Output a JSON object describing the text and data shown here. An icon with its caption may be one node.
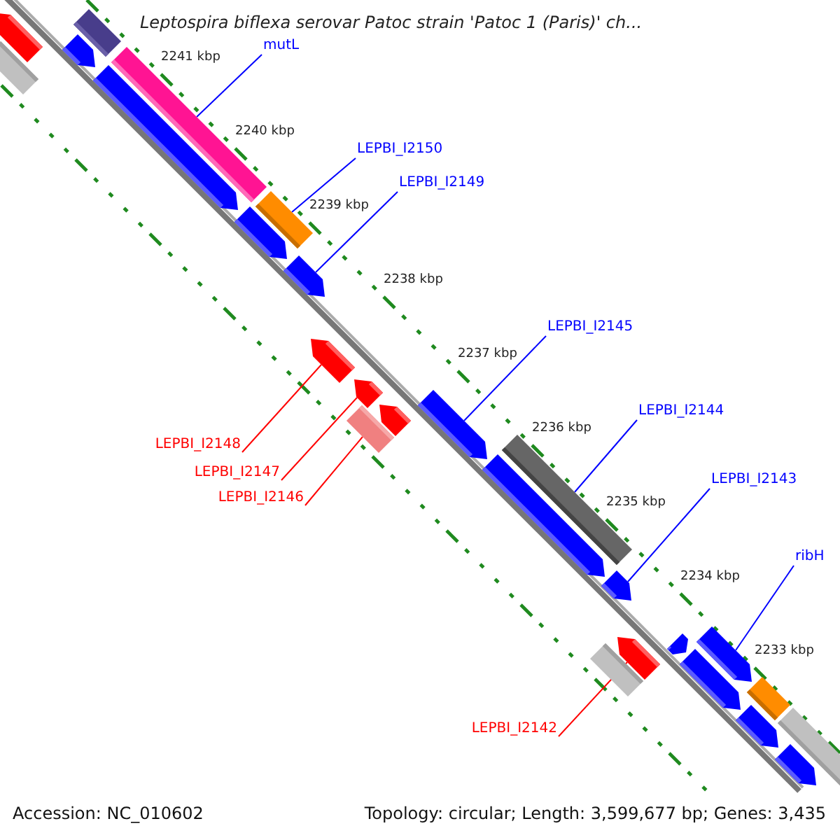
{
  "diagram": {
    "title": "Leptospira biflexa serovar Patoc strain 'Patoc 1 (Paris)' ch...",
    "nodes": [
      {
        "text": [
          "mutL"
        ]
      },
      {
        "text": [
          "LEPBI_I2150"
        ]
      },
      {
        "text": [
          "LEPBI_I2149"
        ]
      },
      {
        "text": [
          "LEPBI_I2145"
        ]
      },
      {
        "text": [
          "LEPBI_I2144"
        ]
      },
      {
        "text": [
          "LEPBI_I2148"
        ]
      },
      {
        "text": [
          "LEPBI_I2147"
        ]
      },
      {
        "text": [
          "LEPBI_I2143"
        ]
      },
      {
        "text": [
          "LEPBI_I2146"
        ]
      },
      {
        "text": [
          "ribH"
        ]
      },
      {
        "text": [
          "LEPBI_I2142"
        ]
      },
      {
        "text": [],
        "shape": "bar"
      },
      {
        "text": [],
        "shape": "bar"
      },
      {
        "text": [],
        "shape": "bar"
      },
      {
        "text": [],
        "shape": "bar"
      },
      {
        "text": [],
        "shape": "bar"
      },
      {
        "text": [],
        "shape": "bar"
      },
      {
        "text": [],
        "shape": "bar"
      },
      {
        "text": [],
        "shape": "bar"
      },
      {
        "text": [],
        "shape": "bar"
      },
      {
        "text": [],
        "shape": "bar"
      },
      {
        "text": [],
        "shape": "bar"
      },
      {
        "text": [],
        "shape": "bar"
      },
      {
        "text": [],
        "shape": "bar"
      },
      {
        "text": [],
        "shape": "bar"
      },
      {
        "text": [],
        "shape": "bar"
      },
      {
        "text": [],
        "shape": "bar"
      },
      {
        "text": [],
        "shape": "bar"
      },
      {
        "text": [],
        "shape": "bar"
      },
      {
        "text": [],
        "shape": "bar"
      },
      {
        "text": [],
        "shape": "bar"
      },
      {
        "text": [],
        "shape": "bar"
      },
      {
        "text": [],
        "shape": "bar"
      },
      {
        "text": [],
        "shape": "bar"
      },
      {
        "text": [],
        "shape": "bar"
      },
      {
        "text": [],
        "shape": "bar"
      },
      {
        "text": [],
        "shape": "bar"
      }
    ],
    "edges": [
      {
        "from": 0,
        "to": 15,
        "arrow": "none"
      },
      {
        "from": 1,
        "to": 18,
        "arrow": "none"
      },
      {
        "from": 2,
        "to": 19,
        "arrow": "none"
      },
      {
        "from": 3,
        "to": 24,
        "arrow": "none"
      },
      {
        "from": 4,
        "to": 25,
        "arrow": "none"
      },
      {
        "from": 5,
        "to": 20,
        "arrow": "none",
        "color": "#ff0000"
      },
      {
        "from": 6,
        "to": 21,
        "arrow": "none",
        "color": "#ff0000"
      },
      {
        "from": 7,
        "to": 27,
        "arrow": "none"
      },
      {
        "from": 8,
        "to": 22,
        "arrow": "none",
        "color": "#ff0000"
      },
      {
        "from": 9,
        "to": 31,
        "arrow": "none"
      },
      {
        "from": 10,
        "to": 29,
        "arrow": "none",
        "color": "#ff0000"
      }
    ],
    "labels": [
      "2241 kbp",
      "2240 kbp",
      "2239 kbp",
      "2238 kbp",
      "2237 kbp",
      "2236 kbp",
      "2235 kbp",
      "2234 kbp",
      "2233 kbp",
      "Accession: NC_010602",
      "Topology: circular; Length: 3,599,677 bp; Genes: 3,435"
    ]
  }
}
